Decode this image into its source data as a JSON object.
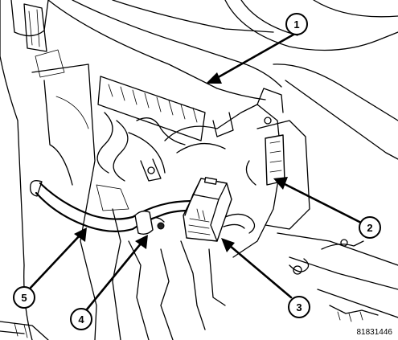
{
  "figure_id": "81831446",
  "callouts": [
    {
      "label": "1"
    },
    {
      "label": "2"
    },
    {
      "label": "3"
    },
    {
      "label": "4"
    },
    {
      "label": "5"
    }
  ],
  "colors": {
    "ink": "#000000",
    "paper": "#ffffff"
  },
  "icons": [
    "arrow-icon"
  ]
}
